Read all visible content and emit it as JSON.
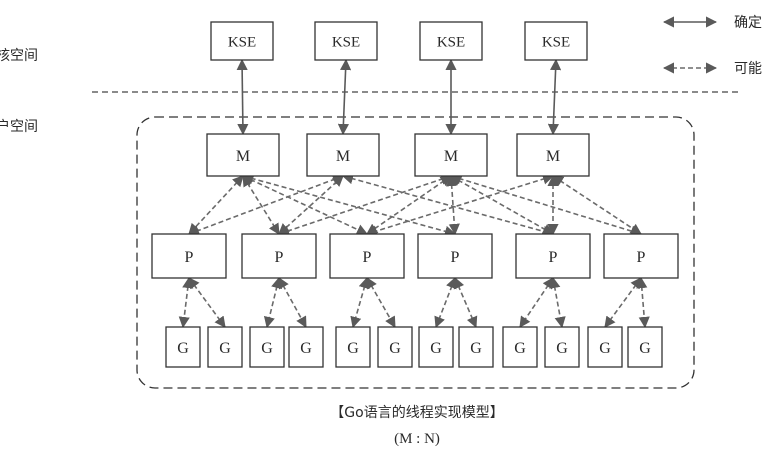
{
  "labels": {
    "kernel_space": "核空间",
    "user_space": "户空间",
    "legend_definite": "确定",
    "legend_possible": "可能",
    "caption": "【Go语言的线程实现模型】",
    "ratio": "(M : N)"
  },
  "nodes": {
    "kse": [
      "KSE",
      "KSE",
      "KSE",
      "KSE"
    ],
    "m": [
      "M",
      "M",
      "M",
      "M"
    ],
    "p": [
      "P",
      "P",
      "P",
      "P",
      "P",
      "P"
    ],
    "g": [
      "G",
      "G",
      "G",
      "G",
      "G",
      "G",
      "G",
      "G",
      "G",
      "G",
      "G",
      "G"
    ]
  },
  "edges": {
    "kse_m": [
      [
        0,
        0
      ],
      [
        1,
        1
      ],
      [
        2,
        2
      ],
      [
        3,
        3
      ]
    ],
    "m_p": [
      [
        0,
        0
      ],
      [
        0,
        1
      ],
      [
        0,
        2
      ],
      [
        0,
        3
      ],
      [
        1,
        0
      ],
      [
        1,
        1
      ],
      [
        1,
        4
      ],
      [
        2,
        1
      ],
      [
        2,
        2
      ],
      [
        2,
        3
      ],
      [
        2,
        4
      ],
      [
        2,
        5
      ],
      [
        3,
        2
      ],
      [
        3,
        4
      ],
      [
        3,
        5
      ]
    ],
    "p_g": [
      [
        0,
        0
      ],
      [
        0,
        1
      ],
      [
        1,
        2
      ],
      [
        1,
        3
      ],
      [
        2,
        4
      ],
      [
        2,
        5
      ],
      [
        3,
        6
      ],
      [
        3,
        7
      ],
      [
        4,
        8
      ],
      [
        4,
        9
      ],
      [
        5,
        10
      ],
      [
        5,
        11
      ]
    ]
  }
}
